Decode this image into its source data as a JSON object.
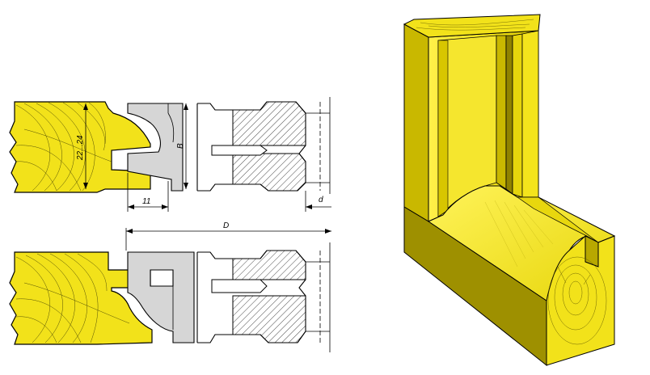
{
  "figure": {
    "dimensions": {
      "thickness_label": "22...24",
      "cutter_height_label": "B",
      "tongue_length_label": "11",
      "diameter_label": "D",
      "bore_label": "d"
    },
    "colors": {
      "wood": "#f2e21a",
      "wood_dark": "#c9b800",
      "wood_shadow": "#8f8200",
      "cutter_grey": "#d6d6d6",
      "hatch": "#000000"
    }
  }
}
